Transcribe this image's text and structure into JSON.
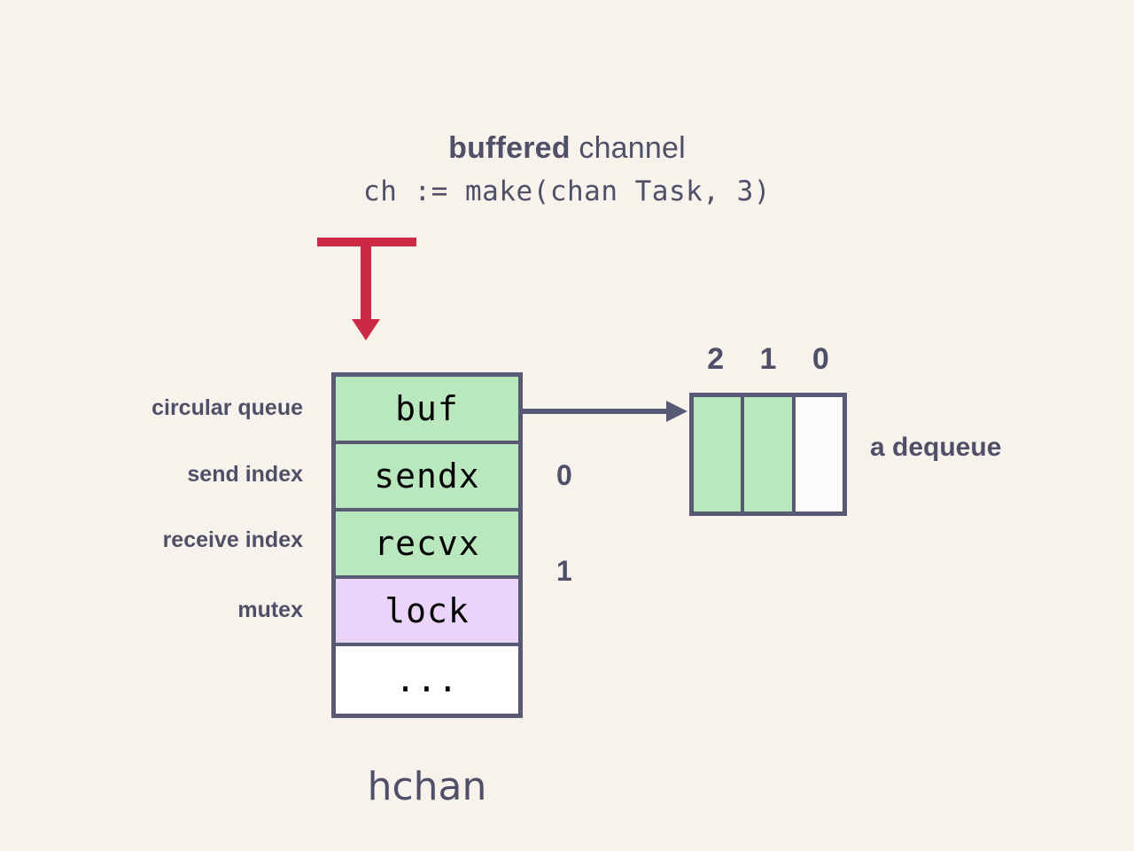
{
  "canvas": {
    "background_color": "#f8f2ed",
    "ink_color": "#4f5068",
    "accent_red": "#cc2a44",
    "fill_green": "#b9e8bf",
    "fill_purple": "#ead4fa",
    "border_color": "#575a72"
  },
  "title": {
    "emphasis": "buffered",
    "rest": " channel",
    "code": "ch := make(chan Task, 3)"
  },
  "hchan": {
    "caption": "hchan",
    "rows": [
      {
        "field": "buf",
        "fill": "green",
        "side_label": "circular queue",
        "value": ""
      },
      {
        "field": "sendx",
        "fill": "green",
        "side_label": "send index",
        "value": "0"
      },
      {
        "field": "recvx",
        "fill": "green",
        "side_label": "receive index",
        "value": "1"
      },
      {
        "field": "lock",
        "fill": "purple",
        "side_label": "mutex",
        "value": ""
      },
      {
        "field": "...",
        "fill": "white",
        "side_label": "",
        "value": ""
      }
    ]
  },
  "dequeue": {
    "caption": "a dequeue",
    "indices": [
      "2",
      "1",
      "0"
    ],
    "cells": [
      {
        "index": "2",
        "state": "filled"
      },
      {
        "index": "1",
        "state": "filled"
      },
      {
        "index": "0",
        "state": "empty"
      }
    ]
  },
  "icons": {
    "red_pointer": "down-arrow-icon",
    "buf_pointer": "right-arrow-icon"
  }
}
